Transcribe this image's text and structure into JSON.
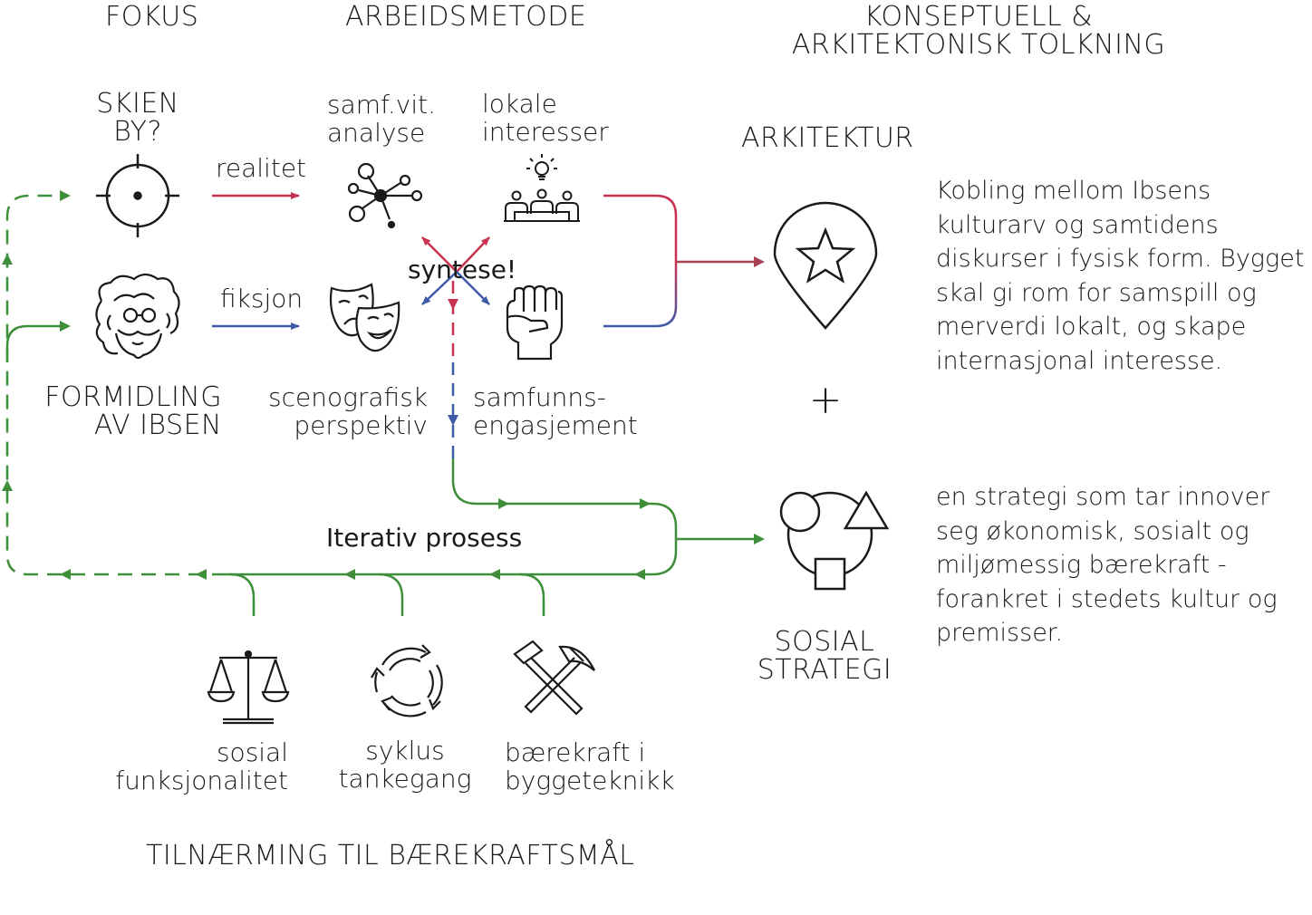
{
  "headers": {
    "fokus": "FOKUS",
    "arbeidsmetode": "ARBEIDSMETODE",
    "konseptuell_line1": "KONSEPTUELL &",
    "konseptuell_line2": "ARKITEKTONISK  TOLKNING"
  },
  "fokus": {
    "skien_line1": "SKIEN",
    "skien_line2": "BY?",
    "formidling_line1": "FORMIDLING",
    "formidling_line2": "AV IBSEN"
  },
  "arrows": {
    "realitet": "realitet",
    "fiksjon": "fiksjon"
  },
  "methods": {
    "samfvit_line1": "samf.vit.",
    "samfvit_line2": "analyse",
    "lokale_line1": "lokale",
    "lokale_line2": "interesser",
    "scenografisk_line1": "scenografisk",
    "scenografisk_line2": "perspektiv",
    "samfunns_line1": "samfunns-",
    "samfunns_line2": "engasjement",
    "syntese": "syntese!"
  },
  "arkitektur": {
    "title": "ARKITEKTUR",
    "description": "Kobling mellom Ibsens kulturarv og samtidens diskurser i fysisk form. Bygget skal gi rom for samspill og merverdi lokalt, og skape internasjonal interesse."
  },
  "plus": "+",
  "sosial": {
    "title_line1": "SOSIAL",
    "title_line2": "STRATEGI",
    "description": "en strategi som tar innover seg økonomisk, sosialt og miljømessig bærekraft - forankret i stedets kultur og premisser."
  },
  "iterativ": "Iterativ prosess",
  "sdg": {
    "sosial_line1": "sosial",
    "sosial_line2": "funksjonalitet",
    "syklus_line1": "syklus",
    "syklus_line2": "tankegang",
    "baerekraft_line1": "bærekraft i",
    "baerekraft_line2": "byggeteknikk",
    "footer": "TILNÆRMING TIL BÆREKRAFTSMÅL"
  },
  "colors": {
    "red": "#c8314f",
    "blue": "#3e5ba8",
    "green": "#3f8f3a",
    "ink": "#1a1a1a"
  },
  "icons": {
    "target": "crosshair-icon",
    "ibsen": "ibsen-portrait-icon",
    "network": "network-icon",
    "audience": "audience-idea-icon",
    "masks": "theatre-masks-icon",
    "fist": "raised-fist-icon",
    "pin": "map-pin-star-icon",
    "shapes": "shapes-icon",
    "scales": "scales-icon",
    "cycle": "cycle-icon",
    "tools": "hammer-pick-icon"
  }
}
